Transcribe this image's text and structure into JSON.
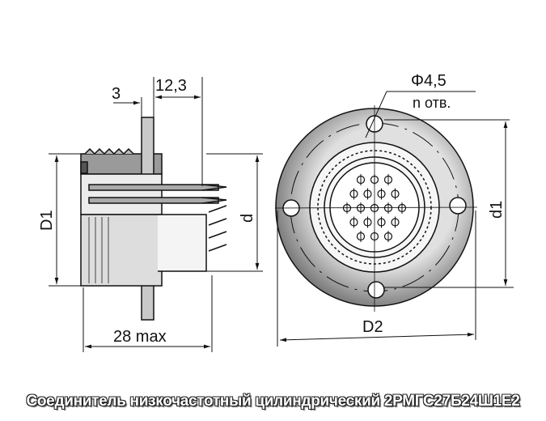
{
  "caption": "Соединитель низкочастотный цилиндрический 2РМГС27Б24Ш1Е2",
  "dimensions": {
    "flange_thickness": "3",
    "length_12_3": "12,3",
    "D1": "D1",
    "d": "d",
    "max_length": "28 max",
    "hole_diameter": "Φ4,5",
    "hole_count": "n отв.",
    "d1": "d1",
    "D2": "D2"
  },
  "colors": {
    "line": "#111111",
    "fill_dark": "#8a8a8a",
    "fill_light": "#e8e8e8"
  }
}
